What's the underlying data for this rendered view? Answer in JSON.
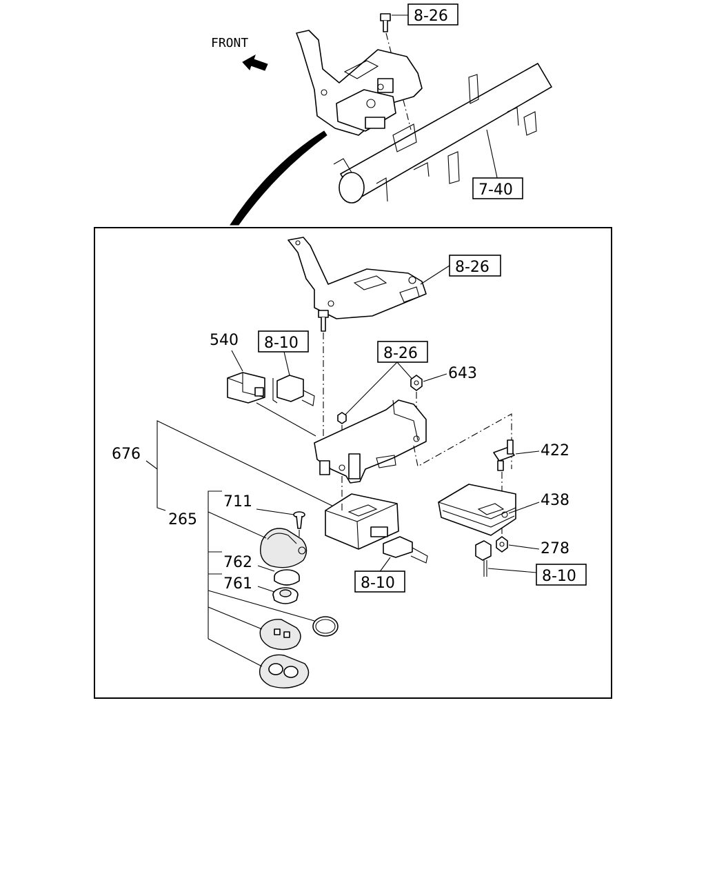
{
  "front_label": "FRONT",
  "refs": {
    "r_8_26_top": "8-26",
    "r_7_40": "7-40",
    "r_8_26_bracket": "8-26",
    "r_8_10_connector": "8-10",
    "r_8_26_bolts": "8-26",
    "r_8_10_module": "8-10",
    "r_8_10_sensor": "8-10"
  },
  "labels": {
    "p540": "540",
    "p643": "643",
    "p676": "676",
    "p422": "422",
    "p711": "711",
    "p438": "438",
    "p265": "265",
    "p278": "278",
    "p762": "762",
    "p761": "761"
  }
}
